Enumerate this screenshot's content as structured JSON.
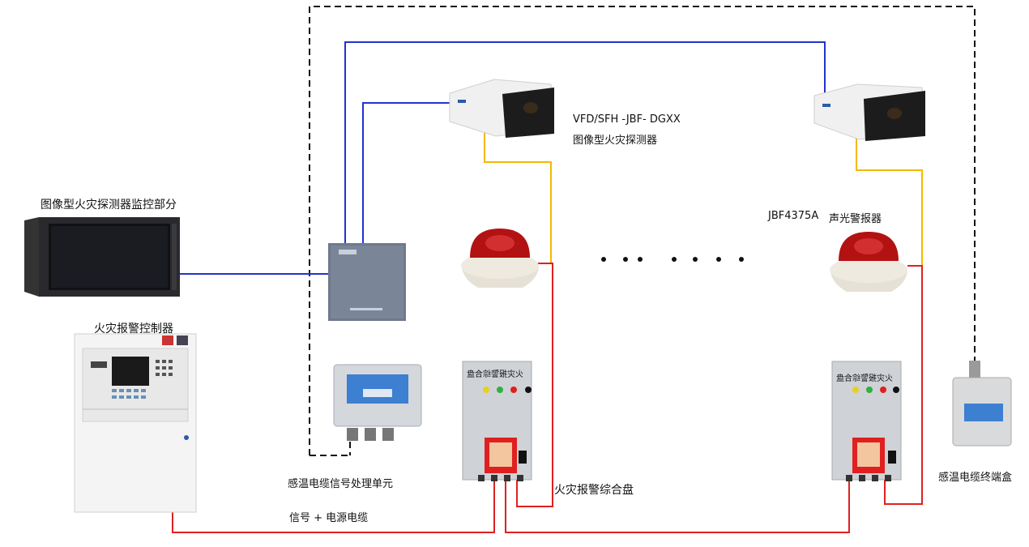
{
  "labels": {
    "monitor_part": "图像型火灾探测器监控部分",
    "fire_controller": "火灾报警控制器",
    "detector_model": "VFD/SFH -JBF- DGXX",
    "detector_name": "图像型火灾探测器",
    "alarm_model": "JBF4375A",
    "alarm_name": "声光警报器",
    "cable_processor": "感温电缆信号处理单元",
    "signal_cable": "信号 + 电源电缆",
    "panel_name": "火灾报警综合盘",
    "cable_end_box": "感温电缆终端盒",
    "panel_plate": "火灾报警综合盘"
  },
  "colors": {
    "blue_wire": "#2233cc",
    "red_wire": "#e02020",
    "yellow_wire": "#f5b800",
    "dashed_wire": "#111111"
  },
  "icons": {
    "camera": "thermal-bullet-camera",
    "alarm": "sound-light-alarm",
    "rack": "rack-monitor",
    "box": "junction-box",
    "panel": "manual-call-panel"
  }
}
